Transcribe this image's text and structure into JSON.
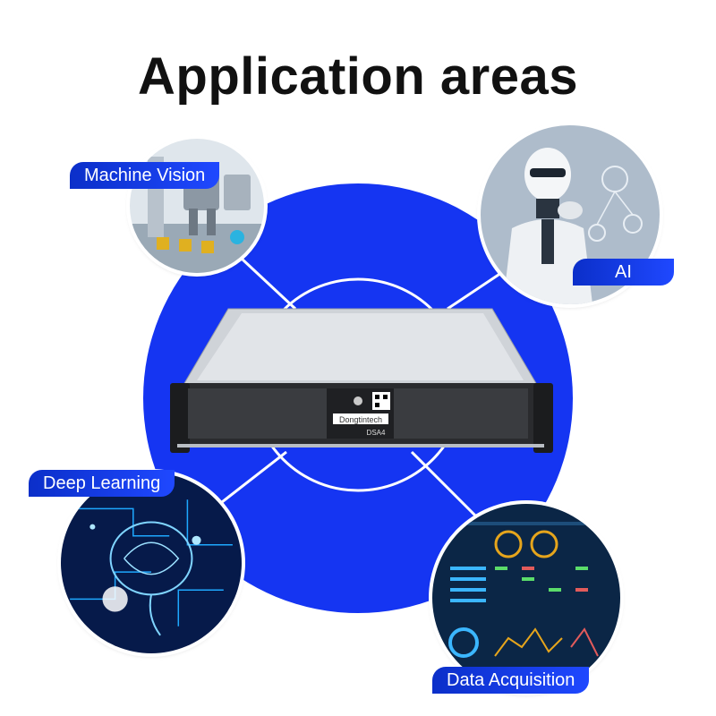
{
  "title": "Application areas",
  "colors": {
    "main_circle": "#1535f2",
    "label_bg": "#1437e0",
    "title": "#111111"
  },
  "areas": [
    {
      "label": "Machine Vision"
    },
    {
      "label": "AI"
    },
    {
      "label": "Deep Learning"
    },
    {
      "label": "Data Acquisition"
    }
  ],
  "device": {
    "brand": "Dongtintech",
    "model": "DSA4"
  }
}
